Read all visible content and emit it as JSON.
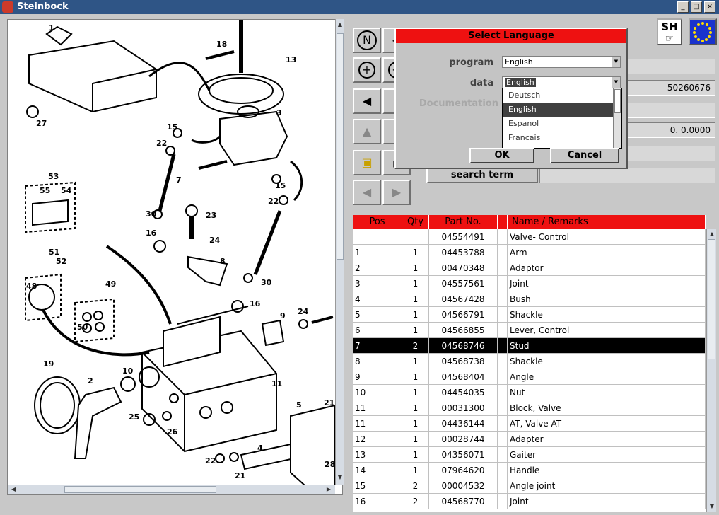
{
  "window": {
    "title": "Steinbock"
  },
  "window_buttons": [
    "_",
    "□",
    "×"
  ],
  "nav": {
    "n_label": "N",
    "zoom_in": "+",
    "zoom_out": "−"
  },
  "fields": {
    "value1": "50260676",
    "value2": "0. 0.0000"
  },
  "search_button": "search term",
  "dialog": {
    "title": "Select Language",
    "program_label": "program",
    "program_value": "English",
    "data_label": "data",
    "data_value": "English",
    "doc_label": "Documentation",
    "options": [
      "Deutsch",
      "English",
      "Espanol",
      "Francais"
    ],
    "active_option": 1,
    "ok": "OK",
    "cancel": "Cancel"
  },
  "lang_badge": "SH",
  "table": {
    "headers": [
      "Pos",
      "Qty",
      "Part No.",
      "Name / Remarks"
    ],
    "selected_index": 7,
    "rows": [
      {
        "pos": "",
        "qty": "",
        "part": "04554491",
        "name": "Valve- Control"
      },
      {
        "pos": "1",
        "qty": "1",
        "part": "04453788",
        "name": "Arm"
      },
      {
        "pos": "2",
        "qty": "1",
        "part": "00470348",
        "name": "Adaptor"
      },
      {
        "pos": "3",
        "qty": "1",
        "part": "04557561",
        "name": "Joint"
      },
      {
        "pos": "4",
        "qty": "1",
        "part": "04567428",
        "name": "Bush"
      },
      {
        "pos": "5",
        "qty": "1",
        "part": "04566791",
        "name": "Shackle"
      },
      {
        "pos": "6",
        "qty": "1",
        "part": "04566855",
        "name": "Lever, Control"
      },
      {
        "pos": "7",
        "qty": "2",
        "part": "04568746",
        "name": "Stud"
      },
      {
        "pos": "8",
        "qty": "1",
        "part": "04568738",
        "name": "Shackle"
      },
      {
        "pos": "9",
        "qty": "1",
        "part": "04568404",
        "name": "Angle"
      },
      {
        "pos": "10",
        "qty": "1",
        "part": "04454035",
        "name": "Nut"
      },
      {
        "pos": "11",
        "qty": "1",
        "part": "00031300",
        "name": "Block, Valve"
      },
      {
        "pos": "11",
        "qty": "1",
        "part": "04436144",
        "name": "AT, Valve AT"
      },
      {
        "pos": "12",
        "qty": "1",
        "part": "00028744",
        "name": "Adapter"
      },
      {
        "pos": "13",
        "qty": "1",
        "part": "04356071",
        "name": "Gaiter"
      },
      {
        "pos": "14",
        "qty": "1",
        "part": "07964620",
        "name": "Handle"
      },
      {
        "pos": "15",
        "qty": "2",
        "part": "00004532",
        "name": "Angle joint"
      },
      {
        "pos": "16",
        "qty": "2",
        "part": "04568770",
        "name": "Joint"
      }
    ]
  },
  "diagram_labels": [
    "1",
    "18",
    "13",
    "27",
    "3",
    "15",
    "22",
    "7",
    "53",
    "55",
    "54",
    "23",
    "30",
    "16",
    "24",
    "8",
    "22",
    "15",
    "51",
    "52",
    "48",
    "49",
    "50",
    "30",
    "16",
    "9",
    "24",
    "19",
    "10",
    "2",
    "11",
    "25",
    "26",
    "5",
    "21",
    "4",
    "22",
    "21",
    "28"
  ]
}
